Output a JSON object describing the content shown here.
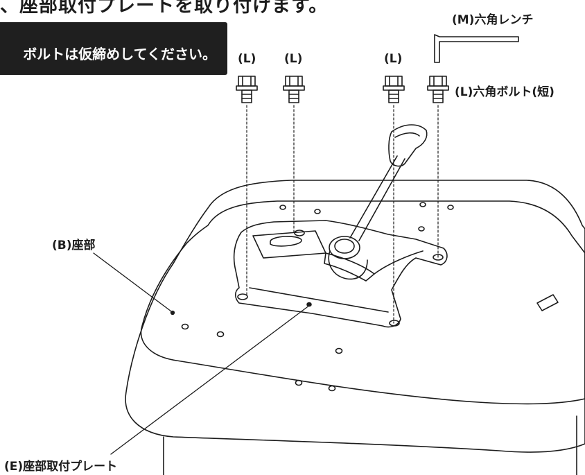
{
  "title": "、座部取付プレートを取り付けます。",
  "note": "ボルトは仮締めしてください。",
  "labels": {
    "bolt_l1": "(L)",
    "bolt_l2": "(L)",
    "bolt_l3": "(L)",
    "wrench": "(M)六角レンチ",
    "bolt_short": "(L)六角ボルト(短)",
    "seat": "(B)座部",
    "plate": "(E)座部取付プレート"
  },
  "colors": {
    "line": "#1c1c1c",
    "note_bg": "#1f1f1f",
    "note_text": "#ffffff"
  }
}
